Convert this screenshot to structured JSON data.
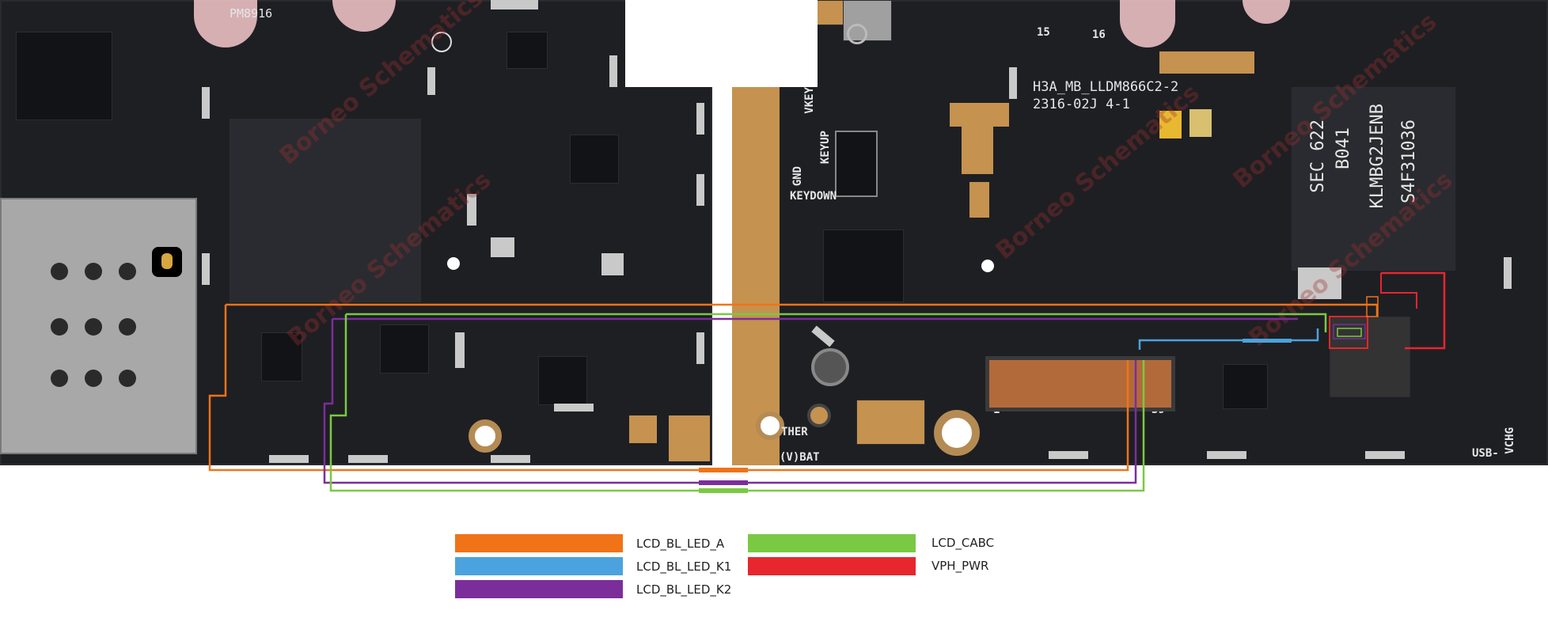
{
  "board_text": {
    "board_id": "H3A_MB_LLDM866C2-2",
    "date_code": "2316-02J 4-1",
    "chip_line1": "SEC 622",
    "chip_line2": "B041",
    "chip_part": "KLMBG2JENB",
    "chip_lot": "S4F31036",
    "pmic_text": "PM8916",
    "vkey": "VKEY",
    "keyup": "KEYUP",
    "gnd": "GND",
    "keydown": "KEYDOWN",
    "ther": "THER",
    "vbat": "(V)BAT",
    "usb": "USB-",
    "vchg": "VCHG",
    "pin1": "1",
    "pin39": "39",
    "pin15": "15",
    "pin16": "16",
    "watermark": "Borneo Schematics"
  },
  "legend": [
    {
      "label": "LCD_BL_LED_A",
      "color": "#f07318"
    },
    {
      "label": "LCD_BL_LED_K1",
      "color": "#4aa3de"
    },
    {
      "label": "LCD_BL_LED_K2",
      "color": "#7b2e9a"
    },
    {
      "label": "LCD_CABC",
      "color": "#7ac943"
    },
    {
      "label": "VPH_PWR",
      "color": "#e8262d"
    }
  ]
}
